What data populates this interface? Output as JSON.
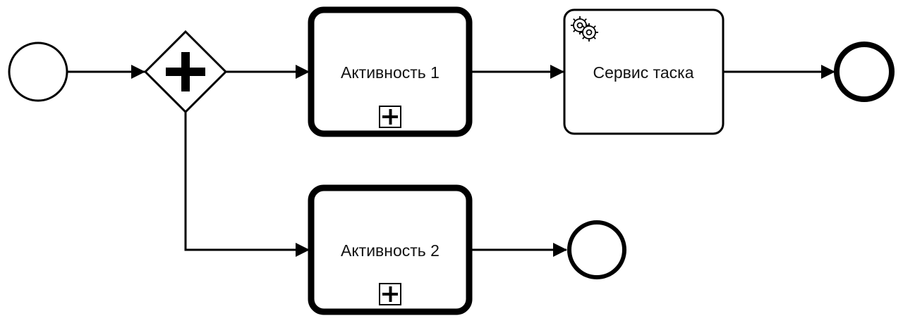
{
  "colors": {
    "stroke": "#000000",
    "fill": "#ffffff",
    "text": "#111111"
  },
  "elements": {
    "activity_1": {
      "label": "Активность 1",
      "type": "collapsed-subprocess",
      "marker_icon": "plus-box-icon"
    },
    "service_task": {
      "label": "Сервис таска",
      "type": "service-task",
      "icon": "gears-icon"
    },
    "activity_2": {
      "label": "Активность 2",
      "type": "collapsed-subprocess",
      "marker_icon": "plus-box-icon"
    },
    "start_event": {
      "type": "start-event"
    },
    "parallel_gateway": {
      "type": "parallel-gateway",
      "icon": "plus-icon"
    },
    "end_event_main": {
      "type": "end-event"
    },
    "end_event_secondary": {
      "type": "intermediate-event"
    }
  }
}
